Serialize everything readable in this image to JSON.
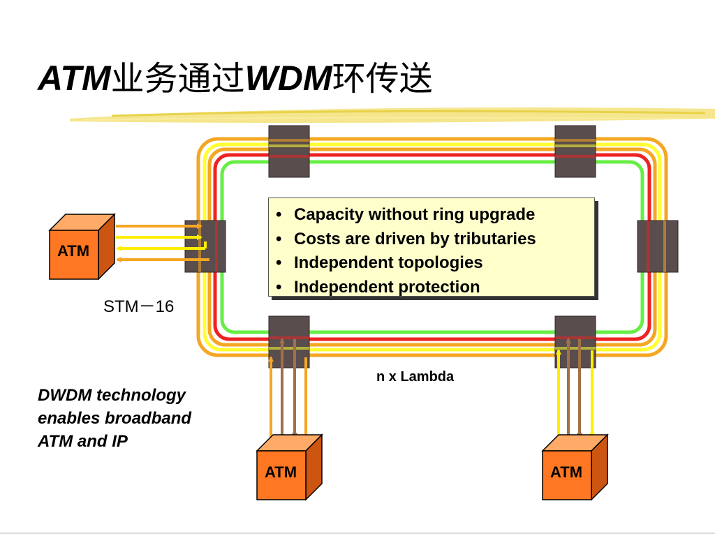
{
  "title": {
    "part1": "ATM",
    "part2": "业务通过",
    "part3": "WDM",
    "part4": "环传送"
  },
  "bullets": [
    "Capacity without ring upgrade",
    "Costs are driven by tributaries",
    "Independent topologies",
    "Independent protection"
  ],
  "labels": {
    "stm": "STM－16",
    "lambda": "n x Lambda"
  },
  "nodes": {
    "atm_left": "ATM",
    "atm_bottom_left": "ATM",
    "atm_bottom_right": "ATM"
  },
  "note": {
    "line1": "DWDM technology",
    "line2": "enables broadband",
    "line3": "ATM and IP"
  },
  "colors": {
    "ring_outer": "#f5a623",
    "ring_yellow": "#ffff33",
    "ring_red": "#ee2222",
    "ring_green": "#66ee44",
    "adm_block": "#5a4d4d",
    "atm_front": "#ff7722",
    "atm_top": "#ffaa66",
    "atm_side": "#cc5511",
    "link_brown": "#a0714a",
    "link_yellow": "#ffee00",
    "link_orange": "#f5a623",
    "bullet_box_bg": "#ffffcc",
    "title_underline": "#e8d24a"
  }
}
